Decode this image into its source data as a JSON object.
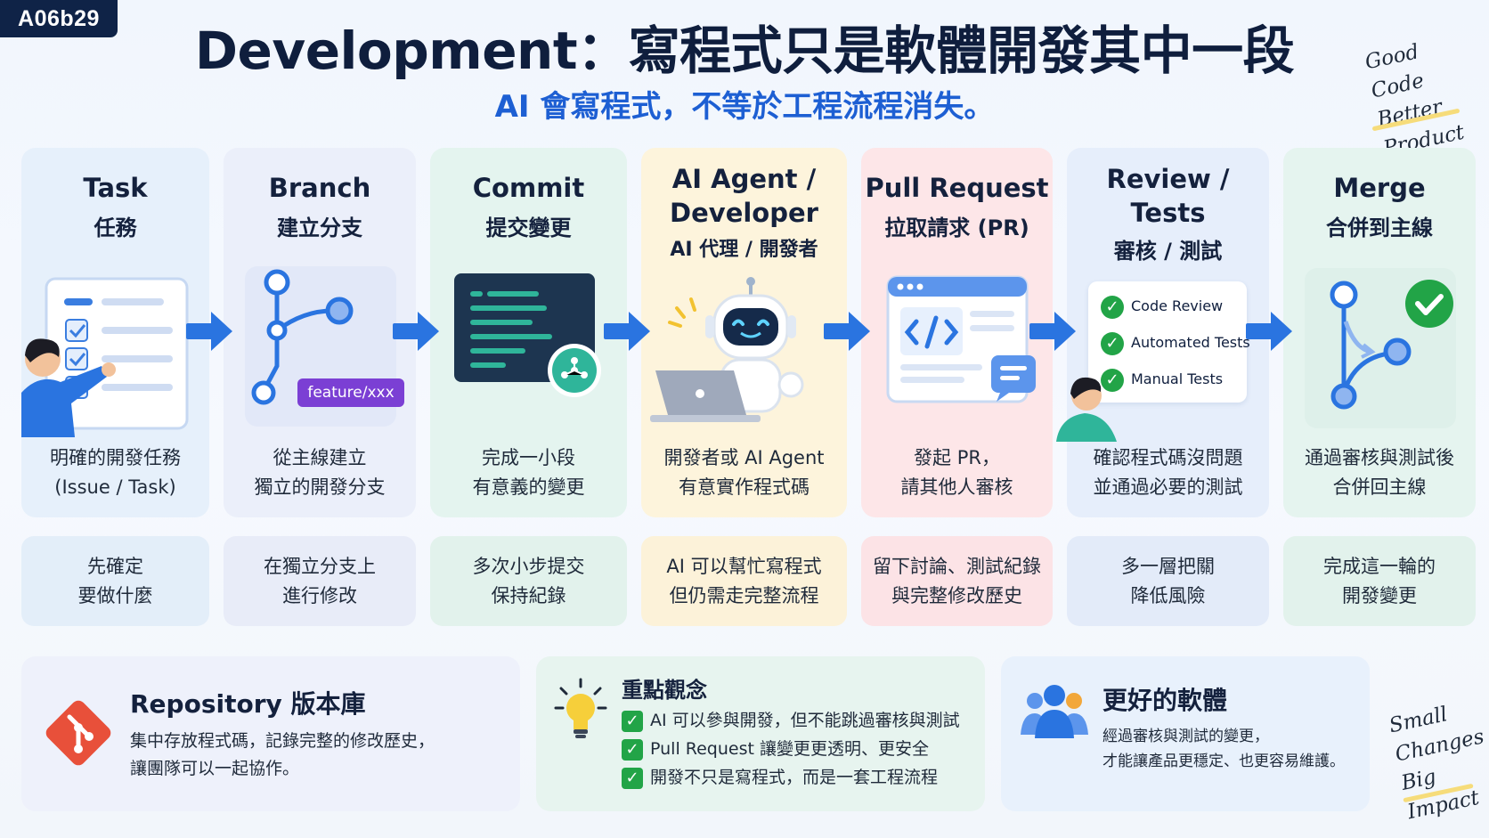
{
  "badge": "A06b29",
  "title": "Development：寫程式只是軟體開發其中一段",
  "subtitle": "AI 會寫程式，不等於工程流程消失。",
  "handwriting_top": [
    "Good",
    "Code",
    "Better Product"
  ],
  "handwriting_bottom": [
    "Small",
    "Changes",
    "Big Impact"
  ],
  "steps": [
    {
      "title": "Task",
      "zh": "任務",
      "desc": [
        "明確的開發任務",
        "(Issue / Task)"
      ],
      "note": [
        "先確定",
        "要做什麼"
      ]
    },
    {
      "title": "Branch",
      "zh": "建立分支",
      "tag": "feature/xxx",
      "desc": [
        "從主線建立",
        "獨立的開發分支"
      ],
      "note": [
        "在獨立分支上",
        "進行修改"
      ]
    },
    {
      "title": "Commit",
      "zh": "提交變更",
      "desc": [
        "完成一小段",
        "有意義的變更"
      ],
      "note": [
        "多次小步提交",
        "保持紀錄"
      ]
    },
    {
      "title": [
        "AI Agent /",
        "Developer"
      ],
      "zh": "AI 代理 / 開發者",
      "desc": [
        "開發者或 AI Agent",
        "有意實作程式碼"
      ],
      "note": [
        "AI 可以幫忙寫程式",
        "但仍需走完整流程"
      ]
    },
    {
      "title": "Pull Request",
      "zh": "拉取請求 (PR)",
      "desc": [
        "發起 PR，",
        "請其他人審核"
      ],
      "note": [
        "留下討論、測試紀錄",
        "與完整修改歷史"
      ]
    },
    {
      "title": [
        "Review /",
        "Tests"
      ],
      "zh": "審核 / 測試",
      "checks": [
        "Code Review",
        "Automated Tests",
        "Manual Tests"
      ],
      "desc": [
        "確認程式碼沒問題",
        "並通過必要的測試"
      ],
      "note": [
        "多一層把關",
        "降低風險"
      ]
    },
    {
      "title": "Merge",
      "zh": "合併到主線",
      "desc": [
        "通過審核與測試後",
        "合併回主線"
      ],
      "note": [
        "完成這一輪的",
        "開發變更"
      ]
    }
  ],
  "panels": {
    "repo": {
      "title": "Repository 版本庫",
      "lines": [
        "集中存放程式碼，記錄完整的修改歷史，",
        "讓團隊可以一起協作。"
      ]
    },
    "key": {
      "title": "重點觀念",
      "items": [
        "AI 可以參與開發，但不能跳過審核與測試",
        "Pull Request 讓變更更透明、更安全",
        "開發不只是寫程式，而是一套工程流程"
      ]
    },
    "better": {
      "title": "更好的軟體",
      "lines": [
        "經過審核與測試的變更，",
        "才能讓產品更穩定、也更容易維護。"
      ]
    }
  },
  "colors": {
    "accent": "#2a74e0",
    "navy": "#0f2347",
    "green": "#22a447",
    "purple": "#7b3fd4",
    "git_red": "#e8503a"
  }
}
